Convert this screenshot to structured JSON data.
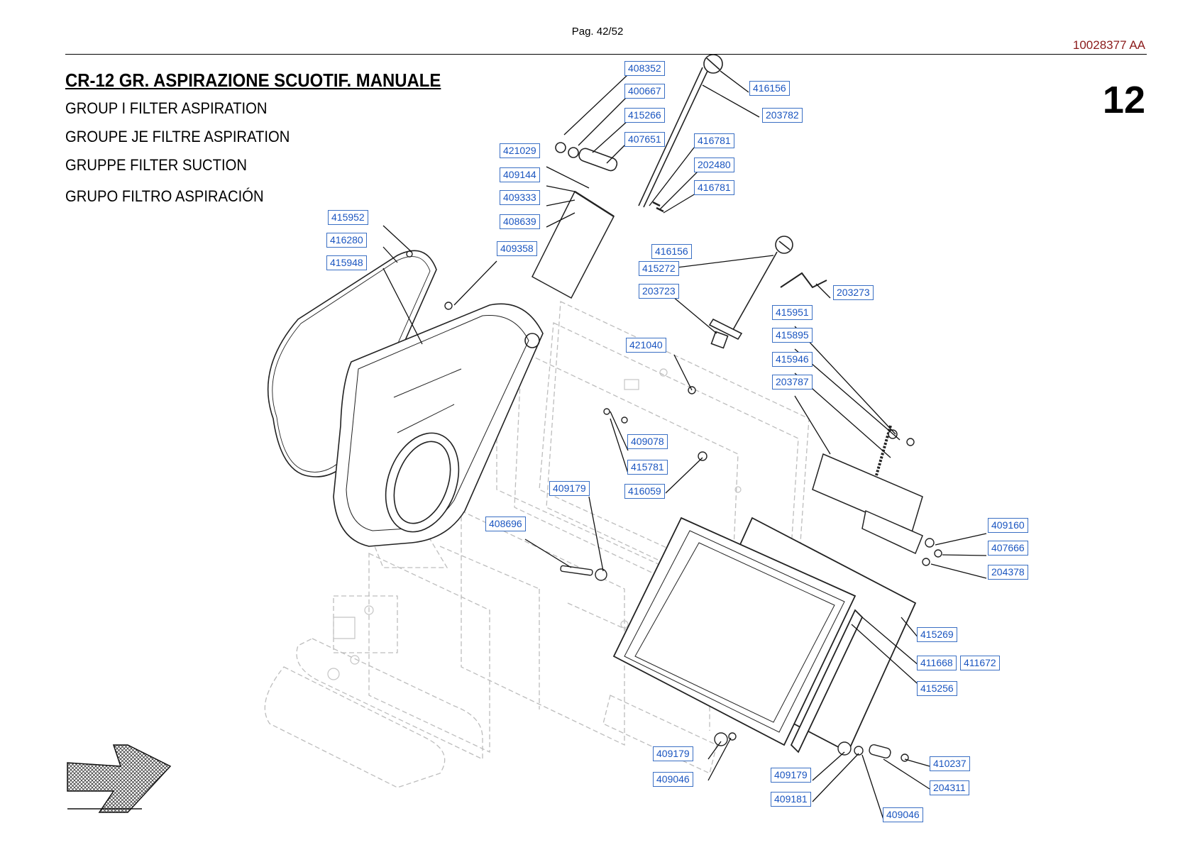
{
  "header": {
    "page": "Pag. 42/52",
    "doc_code": "10028377 AA"
  },
  "title": "CR-12 GR. ASPIRAZIONE SCUOTIF. MANUALE",
  "subtitles": [
    "GROUP I FILTER ASPIRATION",
    "GROUPE JE FILTRE ASPIRATION",
    "GRUPPE FILTER SUCTION",
    "GRUPO FILTRO ASPIRACIÓN"
  ],
  "group_number": "12",
  "colors": {
    "tag_text": "#1a55c0",
    "tag_border": "#3a6fc4",
    "doc_code": "#8b1a1a"
  },
  "parts": [
    "408352",
    "400667",
    "415266",
    "407651",
    "421029",
    "409144",
    "409333",
    "408639",
    "416156",
    "203782",
    "416781",
    "202480",
    "416781",
    "415952",
    "416280",
    "415948",
    "409358",
    "416156",
    "415272",
    "203723",
    "203273",
    "421040",
    "415951",
    "415895",
    "415946",
    "203787",
    "409078",
    "415781",
    "416059",
    "409179",
    "408696",
    "409160",
    "407666",
    "204378",
    "415269",
    "411668",
    "411672",
    "415256",
    "409179",
    "409046",
    "409179",
    "409181",
    "409046",
    "410237",
    "204311"
  ]
}
